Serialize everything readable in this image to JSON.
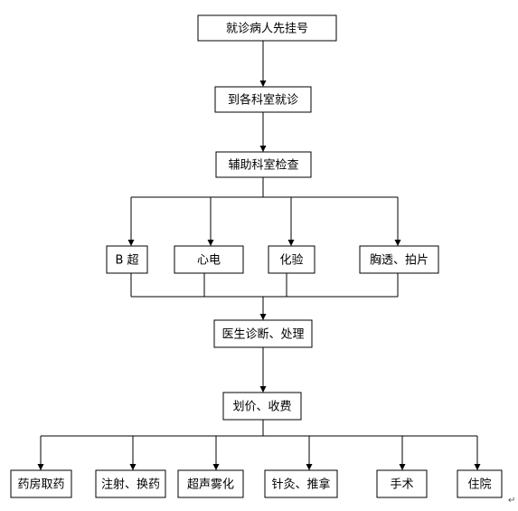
{
  "diagram": {
    "nodes": {
      "register": "就诊病人先挂号",
      "dept_visit": "到各科室就诊",
      "aux_exam": "辅助科室检查",
      "b_ultra": "B 超",
      "ecg": "心电",
      "lab": "化验",
      "xray": "胸透、拍片",
      "diagnosis": "医生诊断、处理",
      "billing": "划价、收费",
      "pharmacy": "药房取药",
      "injection": "注射、换药",
      "nebulizer": "超声雾化",
      "acupuncture": "针灸、推拿",
      "surgery": "手术",
      "hospitalization": "住院"
    },
    "paragraph_mark": "↵"
  }
}
